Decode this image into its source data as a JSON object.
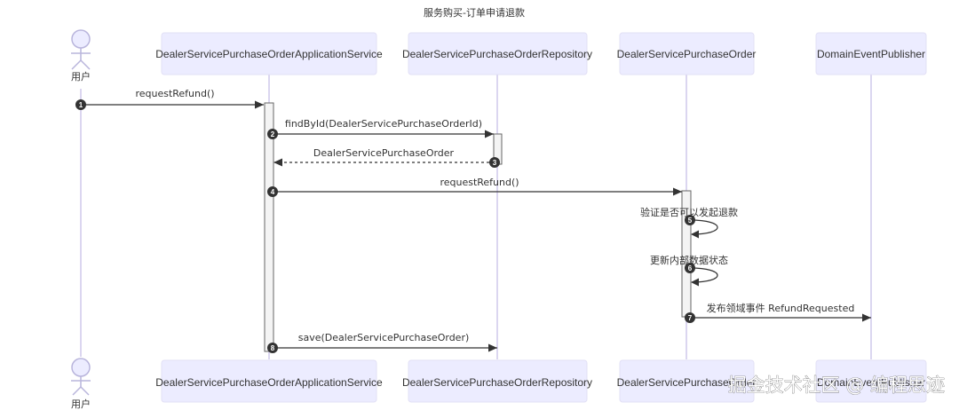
{
  "diagram": {
    "title": "服务购买-订单申请退款",
    "actor": {
      "label": "用户"
    },
    "participants": [
      {
        "id": "app",
        "label": "DealerServicePurchaseOrderApplicationService"
      },
      {
        "id": "repo",
        "label": "DealerServicePurchaseOrderRepository"
      },
      {
        "id": "order",
        "label": "DealerServicePurchaseOrder"
      },
      {
        "id": "publisher",
        "label": "DomainEventPublisher"
      }
    ],
    "messages": [
      {
        "n": "1",
        "from": "user",
        "to": "app",
        "text": "requestRefund()",
        "kind": "sync"
      },
      {
        "n": "2",
        "from": "app",
        "to": "repo",
        "text": "findById(DealerServicePurchaseOrderId)",
        "kind": "sync"
      },
      {
        "n": "3",
        "from": "repo",
        "to": "app",
        "text": "DealerServicePurchaseOrder",
        "kind": "reply"
      },
      {
        "n": "4",
        "from": "app",
        "to": "order",
        "text": "requestRefund()",
        "kind": "sync"
      },
      {
        "n": "5",
        "from": "order",
        "to": "order",
        "text": "验证是否可以发起退款",
        "kind": "self"
      },
      {
        "n": "6",
        "from": "order",
        "to": "order",
        "text": "更新内部数据状态",
        "kind": "self"
      },
      {
        "n": "7",
        "from": "order",
        "to": "publisher",
        "text": "发布领域事件 RefundRequested",
        "kind": "sync"
      },
      {
        "n": "8",
        "from": "app",
        "to": "repo",
        "text": "save(DealerServicePurchaseOrder)",
        "kind": "sync"
      }
    ]
  },
  "watermark": "掘金技术社区 @ 编程思迹",
  "colors": {
    "participant_fill": "#ececff",
    "lifeline": "#cfc9ec",
    "line": "#333333"
  }
}
